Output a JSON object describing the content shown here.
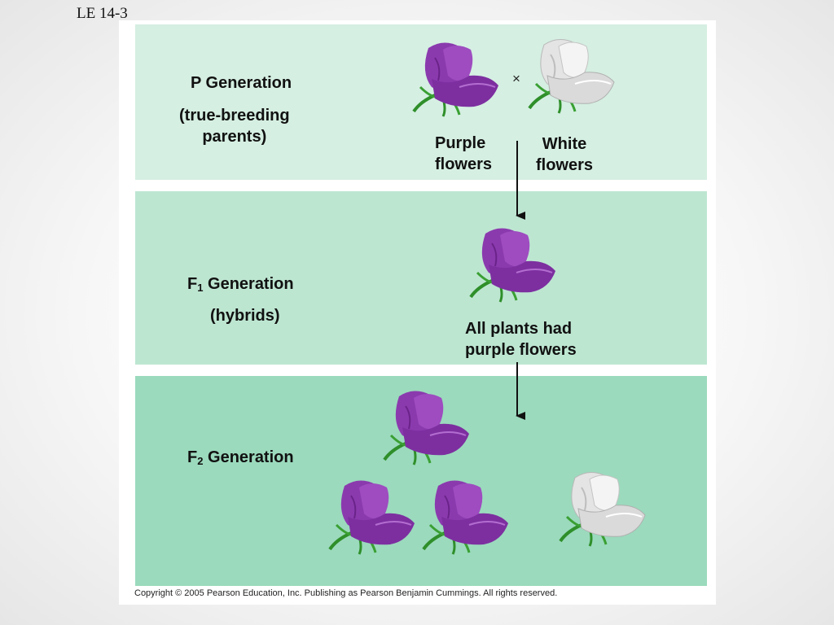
{
  "slide": {
    "label": "LE 14-3"
  },
  "p_generation": {
    "title": "P Generation",
    "subtitle": "(true-breeding\nparents)",
    "cross_symbol": "×",
    "purple_label": "Purple\nflowers",
    "white_label": "White\nflowers"
  },
  "f1_generation": {
    "title_prefix": "F",
    "title_sub": "1",
    "title_suffix": " Generation",
    "subtitle": "(hybrids)",
    "result": "All plants had\npurple flowers"
  },
  "f2_generation": {
    "title_prefix": "F",
    "title_sub": "2",
    "title_suffix": " Generation"
  },
  "copyright": "Copyright © 2005 Pearson Education, Inc. Publishing as Pearson Benjamin Cummings. All rights reserved.",
  "colors": {
    "purple_flower": "#8e3fb0",
    "white_flower": "#f0f0f0",
    "stem": "#2e8b2e"
  }
}
